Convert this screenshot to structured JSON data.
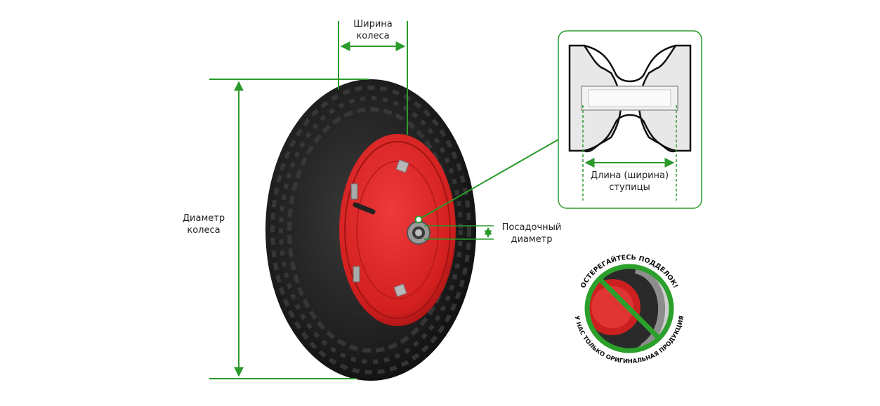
{
  "labels": {
    "wheel_width": "Ширина\nколеса",
    "wheel_diameter": "Диаметр\nколеса",
    "bore_diameter": "Посадочный\nдиаметр",
    "hub_length": "Длина (ширина)\nступицы"
  },
  "badge": {
    "top_text": "ОСТЕРЕГАЙТЕСЬ ПОДДЕЛОК!",
    "bottom_text": "У НАС ТОЛЬКО ОРИГИНАЛЬНАЯ ПРОДУКЦИЯ"
  },
  "colors": {
    "accent": "#2a9a2a",
    "rim": "#d8262a",
    "tire": "#1d1d1d"
  }
}
